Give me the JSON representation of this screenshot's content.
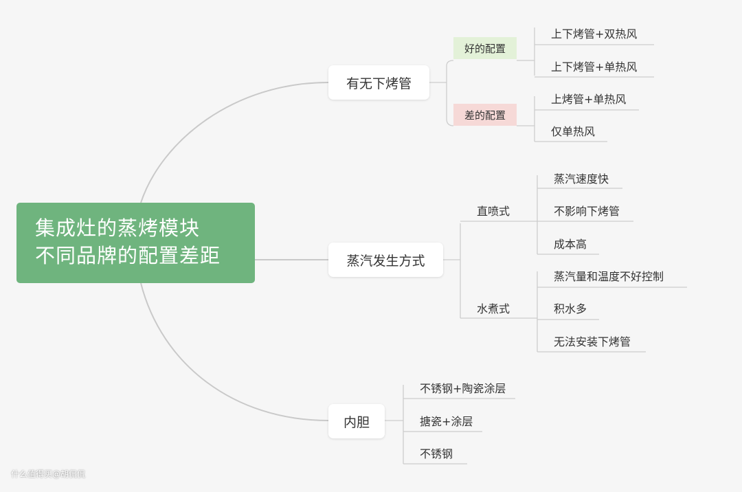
{
  "root": {
    "line1": "集成灶的蒸烤模块",
    "line2": "不同品牌的配置差距"
  },
  "branches": {
    "lower_tube": {
      "label": "有无下烤管",
      "good": {
        "tag": "好的配置",
        "items": [
          "上下烤管+双热风",
          "上下烤管+单热风"
        ]
      },
      "bad": {
        "tag": "差的配置",
        "items": [
          "上烤管+单热风",
          "仅单热风"
        ]
      }
    },
    "steam": {
      "label": "蒸汽发生方式",
      "direct": {
        "label": "直喷式",
        "items": [
          "蒸汽速度快",
          "不影响下烤管",
          "成本高"
        ]
      },
      "boil": {
        "label": "水煮式",
        "items": [
          "蒸汽量和温度不好控制",
          "积水多",
          "无法安装下烤管"
        ]
      }
    },
    "liner": {
      "label": "内胆",
      "items": [
        "不锈钢+陶瓷涂层",
        "搪瓷+涂层",
        "不锈钢"
      ]
    }
  },
  "footer": "什么值得买@胡侃侃",
  "colors": {
    "background": "#f6f6f6",
    "root": "#6fb47e",
    "good_tag": "#e3f1d8",
    "bad_tag": "#f6d9d7",
    "line": "#c9c9c9"
  }
}
